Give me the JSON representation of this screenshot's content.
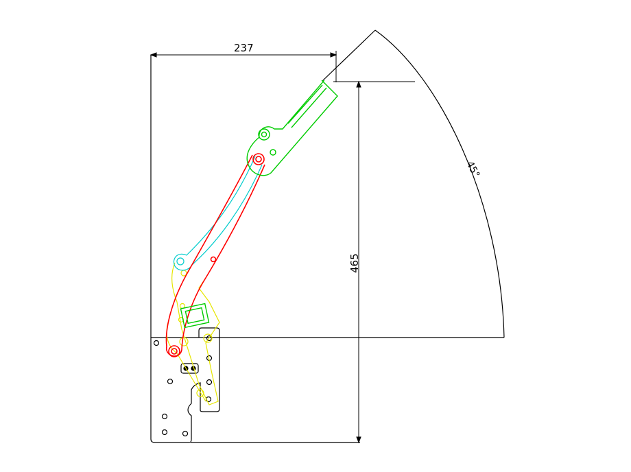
{
  "dimensions": {
    "width_label": "237",
    "height_label": "465",
    "angle_label": "45°"
  },
  "colors": {
    "frame": "#000000",
    "link_red": "#ff0000",
    "link_green": "#00cc00",
    "link_cyan": "#00cccc",
    "link_yellow": "#e6e600"
  }
}
